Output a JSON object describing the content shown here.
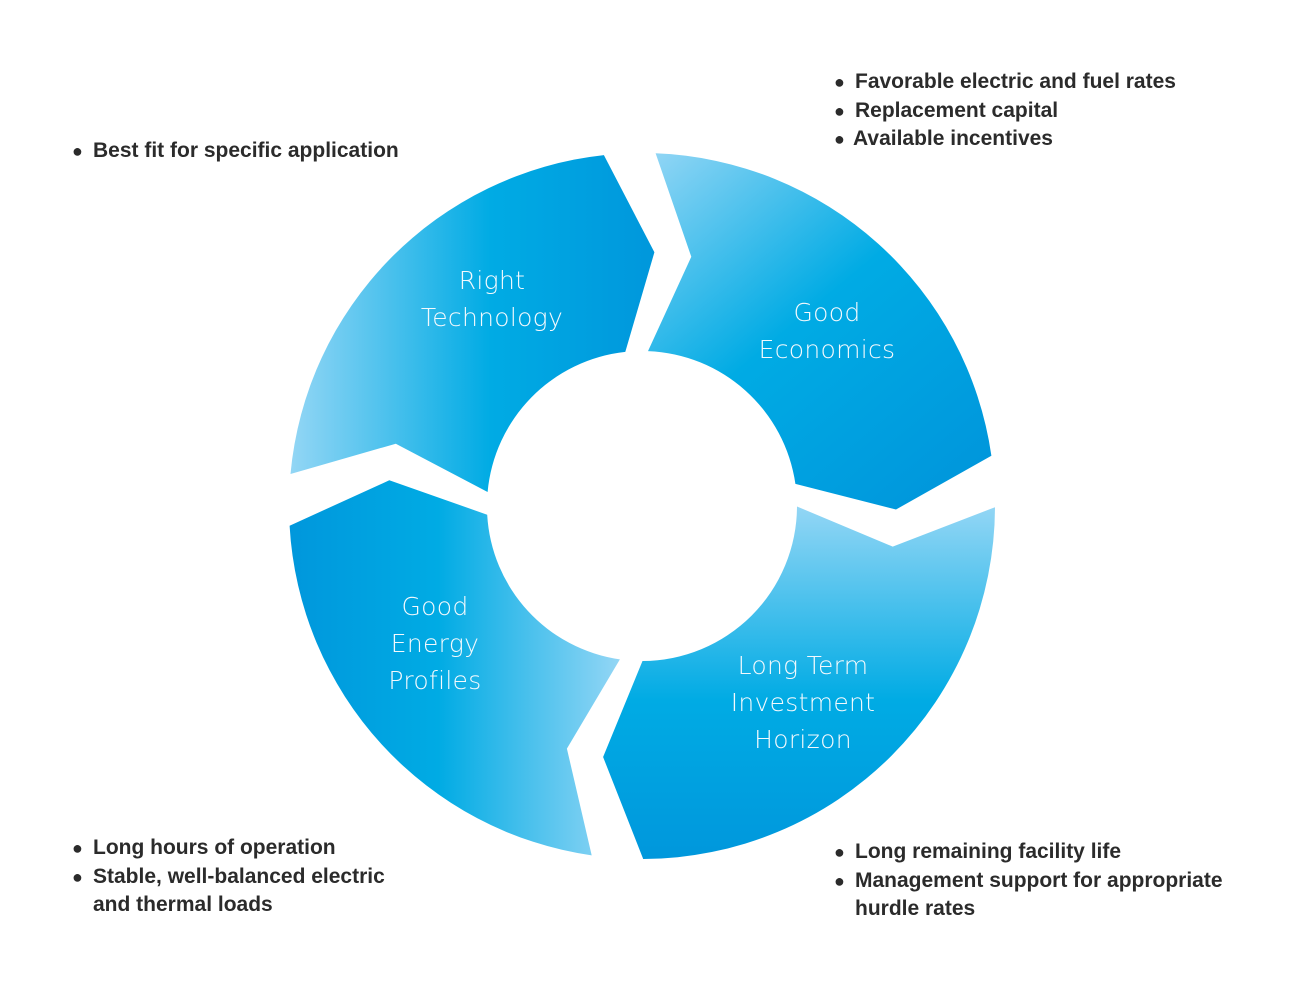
{
  "diagram": {
    "type": "cycle",
    "colors": {
      "dark": "#0097dc",
      "mid": "#00abe4",
      "light": "#93d6f5",
      "text": "#2b2b2b"
    },
    "segments": [
      {
        "id": "right-technology",
        "lines": [
          "Right",
          "Technology"
        ],
        "notes": [
          [
            "Best fit for specific application"
          ]
        ]
      },
      {
        "id": "good-economics",
        "lines": [
          "Good",
          "Economics"
        ],
        "notes": [
          [
            "Favorable electric and fuel rates"
          ],
          [
            "Replacement capital"
          ],
          [
            "Available incentives"
          ]
        ]
      },
      {
        "id": "long-term-investment-horizon",
        "lines": [
          "Long Term",
          "Investment",
          "Horizon"
        ],
        "notes": [
          [
            "Long remaining facility life"
          ],
          [
            "Management support for appropriate",
            "hurdle rates"
          ]
        ]
      },
      {
        "id": "good-energy-profiles",
        "lines": [
          "Good",
          "Energy",
          "Profiles"
        ],
        "notes": [
          [
            "Long hours of operation"
          ],
          [
            "Stable, well-balanced electric",
            "and thermal loads"
          ]
        ]
      }
    ],
    "bullet_glyph": "●"
  }
}
